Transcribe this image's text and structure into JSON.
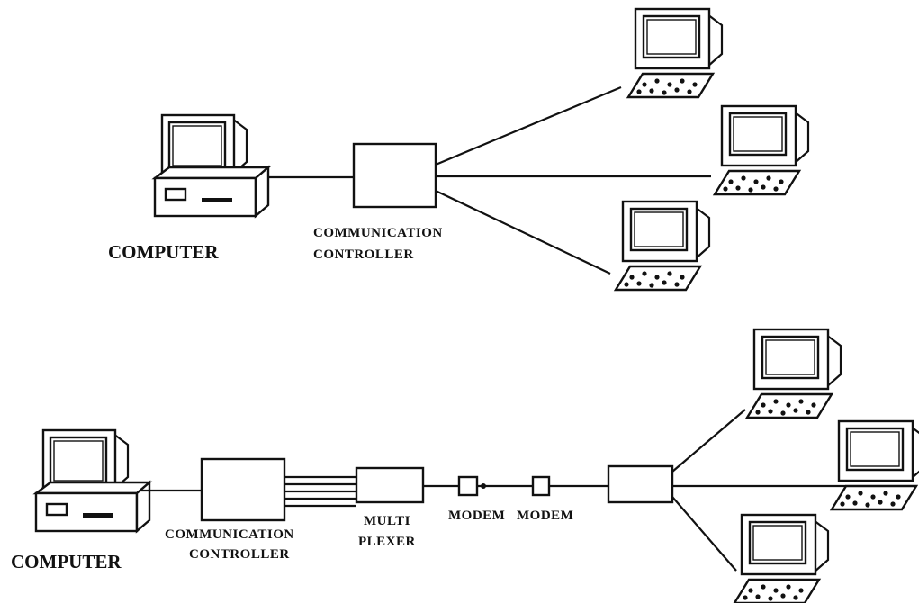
{
  "diagram_top": {
    "computer_label": "COMPUTER",
    "controller_label_line1": "COMMUNICATION",
    "controller_label_line2": "CONTROLLER"
  },
  "diagram_bottom": {
    "computer_label": "COMPUTER",
    "controller_label_line1": "COMMUNICATION",
    "controller_label_line2": "CONTROLLER",
    "multiplexer_label_line1": "MULTI",
    "multiplexer_label_line2": "PLEXER",
    "modem_label_left": "MODEM",
    "modem_label_right": "MODEM"
  }
}
